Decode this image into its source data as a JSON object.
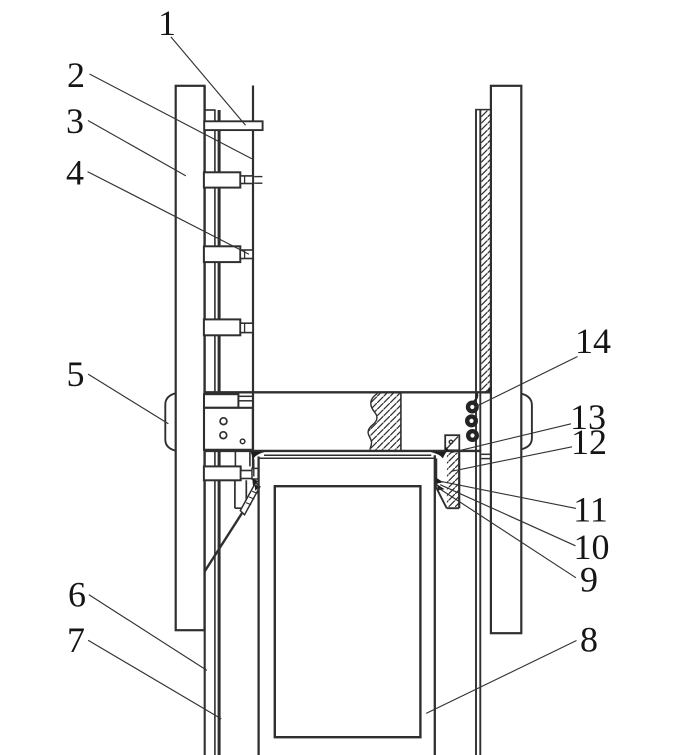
{
  "figure": {
    "kind": "patent-technical-line-drawing",
    "background_color": "#ffffff",
    "line_color": "#2f2f2f",
    "callouts": [
      {
        "label": "1"
      },
      {
        "label": "2"
      },
      {
        "label": "3"
      },
      {
        "label": "4"
      },
      {
        "label": "5"
      },
      {
        "label": "6"
      },
      {
        "label": "7"
      },
      {
        "label": "8"
      },
      {
        "label": "9"
      },
      {
        "label": "10"
      },
      {
        "label": "11"
      },
      {
        "label": "12"
      },
      {
        "label": "13"
      },
      {
        "label": "14"
      }
    ]
  }
}
